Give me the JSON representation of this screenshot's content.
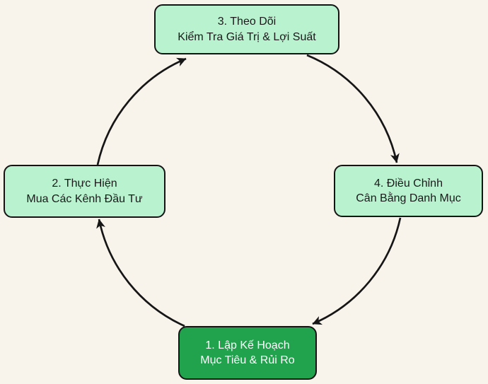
{
  "canvas": {
    "background": "#f8f4ec"
  },
  "diagram": {
    "type": "cycle",
    "direction": "clockwise",
    "border_color": "#141414",
    "arrow_color": "#161616",
    "nodes": [
      {
        "id": "step1",
        "position": "bottom",
        "line1": "1. Lập Kế Hoạch",
        "line2": "Mục Tiêu & Rủi Ro",
        "variant": "primary",
        "fill": "#21a24d",
        "text_color": "#ffffff"
      },
      {
        "id": "step2",
        "position": "left",
        "line1": "2. Thực Hiện",
        "line2": "Mua Các Kênh Đầu Tư",
        "variant": "secondary",
        "fill": "#b9f2cf",
        "text_color": "#1a1a1a"
      },
      {
        "id": "step3",
        "position": "top",
        "line1": "3. Theo Dõi",
        "line2": "Kiểm Tra Giá Trị & Lợi Suất",
        "variant": "secondary",
        "fill": "#b9f2cf",
        "text_color": "#1a1a1a"
      },
      {
        "id": "step4",
        "position": "right",
        "line1": "4. Điều Chỉnh",
        "line2": "Cân Bằng Danh Mục",
        "variant": "secondary",
        "fill": "#b9f2cf",
        "text_color": "#1a1a1a"
      }
    ],
    "edges": [
      {
        "from": "step1",
        "to": "step2"
      },
      {
        "from": "step2",
        "to": "step3"
      },
      {
        "from": "step3",
        "to": "step4"
      },
      {
        "from": "step4",
        "to": "step1"
      }
    ]
  }
}
